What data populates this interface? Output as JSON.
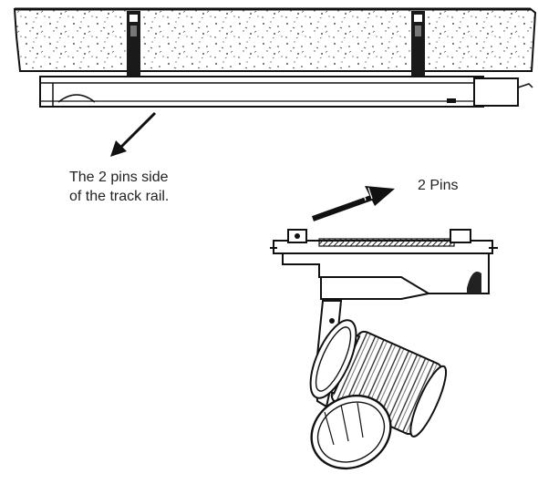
{
  "labels": {
    "rail_side_line1": "The 2 pins side",
    "rail_side_line2": "of the track rail.",
    "pins": "2 Pins"
  },
  "colors": {
    "ink": "#111111",
    "text": "#222222",
    "background": "#ffffff"
  }
}
